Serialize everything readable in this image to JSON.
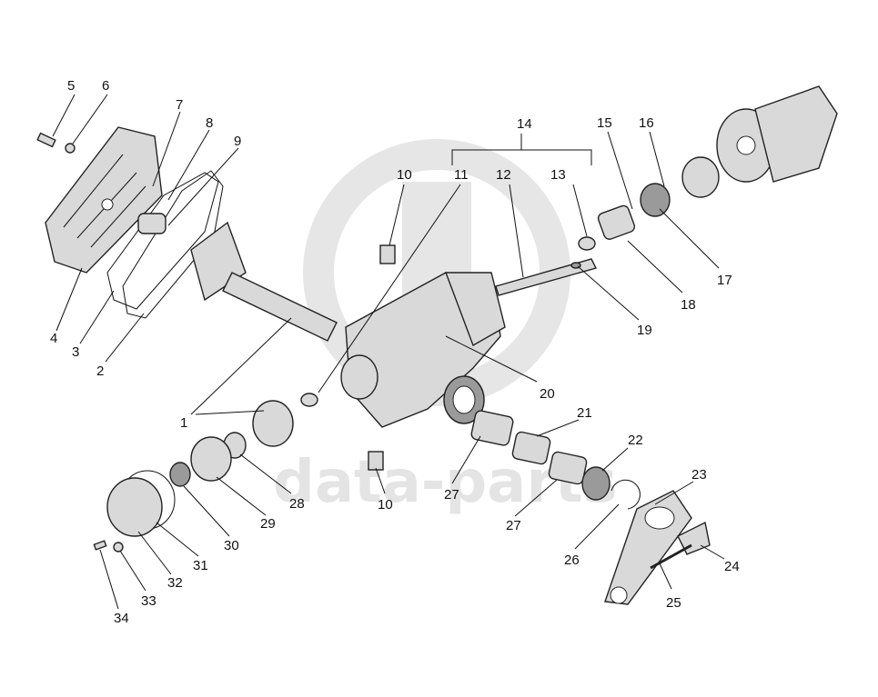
{
  "watermark": {
    "text": "data-parts"
  },
  "labels": {
    "n1": "1",
    "n2": "2",
    "n3": "3",
    "n4": "4",
    "n5": "5",
    "n6": "6",
    "n7": "7",
    "n8": "8",
    "n9": "9",
    "n10a": "10",
    "n10b": "10",
    "n11": "11",
    "n12": "12",
    "n13": "13",
    "n14": "14",
    "n15": "15",
    "n16": "16",
    "n17": "17",
    "n18": "18",
    "n19": "19",
    "n20": "20",
    "n21": "21",
    "n22": "22",
    "n23": "23",
    "n24": "24",
    "n25": "25",
    "n26": "26",
    "n27a": "27",
    "n27b": "27",
    "n28": "28",
    "n29": "29",
    "n30": "30",
    "n31": "31",
    "n32": "32",
    "n33": "33",
    "n34": "34"
  }
}
